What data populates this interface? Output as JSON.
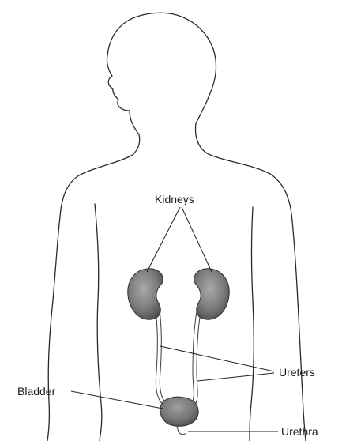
{
  "labels": {
    "kidneys": "Kidneys",
    "ureters": "Ureters",
    "bladder": "Bladder",
    "urethra": "Urethra"
  },
  "colors": {
    "outline": "#2a2a2a",
    "organ_fill": "#8c8c8c",
    "organ_shade": "#5f5f5f",
    "background": "#ffffff"
  }
}
